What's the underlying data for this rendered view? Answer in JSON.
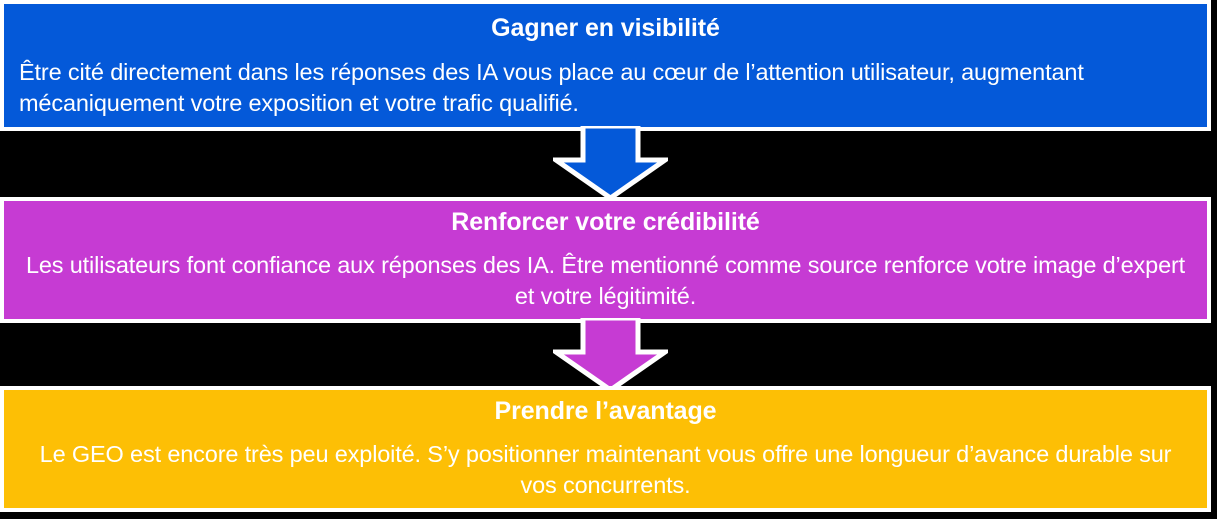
{
  "diagram": {
    "type": "vertical-flow",
    "background_color": "#000000",
    "steps": [
      {
        "id": "visibility",
        "title": "Gagner en visibilité",
        "body": "Être cité directement dans les réponses des IA vous place au cœur de l’attention utilisateur, augmentant mécaniquement votre exposition et votre trafic qualifié.",
        "fill_color": "#0459D9",
        "border_color": "#FFFFFF",
        "text_color": "#FFFFFF",
        "body_align": "left"
      },
      {
        "id": "credibility",
        "title": "Renforcer votre crédibilité",
        "body": "Les utilisateurs font confiance aux réponses des IA. Être mentionné comme source renforce votre image d’expert et votre légitimité.",
        "fill_color": "#C63BD3",
        "border_color": "#FFFFFF",
        "text_color": "#FFFFFF",
        "body_align": "center"
      },
      {
        "id": "advantage",
        "title": "Prendre l’avantage",
        "body": "Le GEO est encore très peu exploité. S’y positionner maintenant vous offre une longueur d’avance durable sur vos concurrents.",
        "fill_color": "#FDBF05",
        "border_color": "#FFFFFF",
        "text_color": "#FFFFFF",
        "body_align": "center"
      }
    ],
    "connectors": [
      {
        "id": "visibility-to-credibility",
        "icon": "arrow-down-icon",
        "direction": "down",
        "fill_color": "#0459D9",
        "outline_color": "#FFFFFF"
      },
      {
        "id": "credibility-to-advantage",
        "icon": "arrow-down-icon",
        "direction": "down",
        "fill_color": "#C63BD3",
        "outline_color": "#FFFFFF"
      }
    ]
  }
}
